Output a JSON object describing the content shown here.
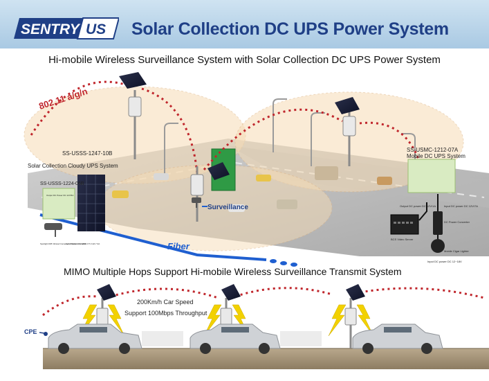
{
  "header": {
    "logo_part1": "SENTRY",
    "logo_part2": "US",
    "title": "Solar Collection DC UPS Power System"
  },
  "top_section": {
    "title": "Hi-mobile Wireless Surveillance System with Solar Collection DC UPS Power System",
    "wifi_label": "802.11 a/g/n",
    "unit_1247_model": "SS-USSS-1247-10B",
    "unit_1247_desc": "Solar Collection Cloudy  UPS System",
    "unit_1224_model": "SS-USSS-1224-06B",
    "unit_1212_model": "SS-USMC-1212-07A",
    "unit_1212_desc": "Mobile DC UPS System",
    "surveillance_label": "Surveillance",
    "fiber_label": "Fiber",
    "output_dc_power": "Output DC power DC 12V/1A",
    "input_dc_power_top": "Input DC power DC 12V/7A",
    "dc_power_converter": "DC Power Converter",
    "nvr_label": "BCS Video Server",
    "mobile_cigar_lighter": "Mobile Cigar Lighter",
    "input_dc_power_bottom": "Input DC power DC 12~18V",
    "box_labels": [
      "Output DC Power DC 12V/5A",
      "Spotlight IR8 Infrared Camera & Outdoor cameras",
      "Input Panel 12V 120W 17V 10A 7.3A"
    ]
  },
  "bottom_section": {
    "title": "MIMO Multiple Hops Support Hi-mobile Wireless Surveillance Transmit System",
    "cpe_label": "CPE",
    "speed_label": "200Km/h Car Speed",
    "throughput_label": "Support 100Mbps Throughput"
  },
  "colors": {
    "title_blue": "#1f3f86",
    "header_bg": "#bcd6ea",
    "link_red": "#c0272d",
    "fiber_blue": "#1f5fd0",
    "coverage": "#f6dcb6",
    "lightning": "#f2d100"
  }
}
